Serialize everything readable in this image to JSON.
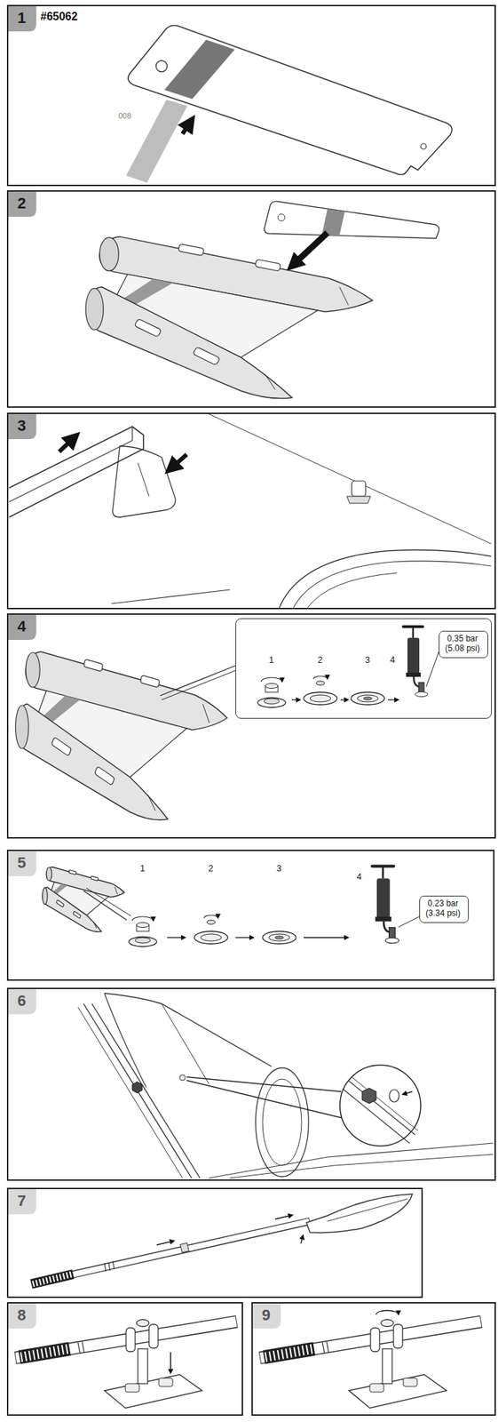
{
  "diagram": {
    "nodes": [
      {
        "text": [
          "1",
          "#65062"
        ]
      },
      {
        "text": [
          "2"
        ]
      },
      {
        "text": [
          "3"
        ]
      },
      {
        "text": [
          "4"
        ]
      },
      {
        "text": [
          "1",
          "2",
          "3",
          "4"
        ],
        "in": 3
      },
      {
        "text": [
          "0.35 bar (5.08 psi)"
        ],
        "in": 4
      },
      {
        "text": [
          "5"
        ]
      },
      {
        "text": [
          "0.23 bar (3.34 psi)"
        ],
        "in": 6
      },
      {
        "text": [
          "6"
        ]
      },
      {
        "text": [
          "7"
        ]
      },
      {
        "text": [
          "8"
        ]
      },
      {
        "text": [
          "9"
        ]
      }
    ],
    "labels": [
      "008",
      "1",
      "2",
      "3",
      "4"
    ]
  }
}
